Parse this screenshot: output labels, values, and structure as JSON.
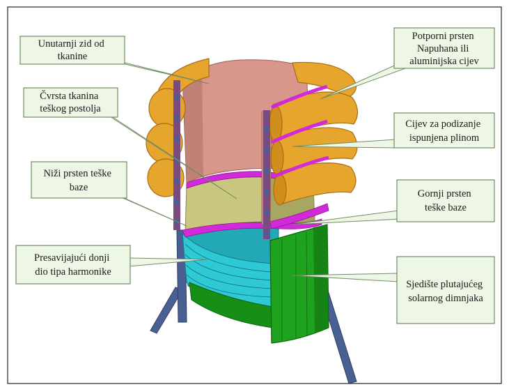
{
  "diagram": {
    "colors": {
      "fabric_inner_wall": "#d9968a",
      "fabric_inner_wall_dark": "#b8776d",
      "lift_tubes": "#e6a52c",
      "lift_tubes_dark": "#b97a13",
      "heavy_base_fabric": "#c9c77f",
      "seat": "#1fa31f",
      "seat_dark": "#137a13",
      "accordion": "#2fc9d6",
      "rings": "#d22ad9",
      "legs": "#4a5f92",
      "callout_fill": "#eef6e6",
      "callout_border": "#6f8b63"
    },
    "labels": {
      "inner_fabric_wall": [
        "Unutarnji zid od",
        "tkanine"
      ],
      "support_ring": [
        "Potporni prsten",
        "Napuhana ili",
        "aluminijska cijev"
      ],
      "heavy_base_fabric": [
        "Čvrsta tkanina",
        "teškog postolja"
      ],
      "lift_tube": [
        "Cijev za podizanje",
        "ispunjena plinom"
      ],
      "lower_heavy_ring": [
        "Niži prsten teške",
        "baze"
      ],
      "upper_heavy_ring": [
        "Gornji prsten",
        "teške baze"
      ],
      "accordion_bottom": [
        "Presavijajući donji",
        "dio tipa harmonike"
      ],
      "chimney_seat": [
        "Sjedište plutajućeg",
        "solarnog dimnjaka"
      ]
    }
  }
}
